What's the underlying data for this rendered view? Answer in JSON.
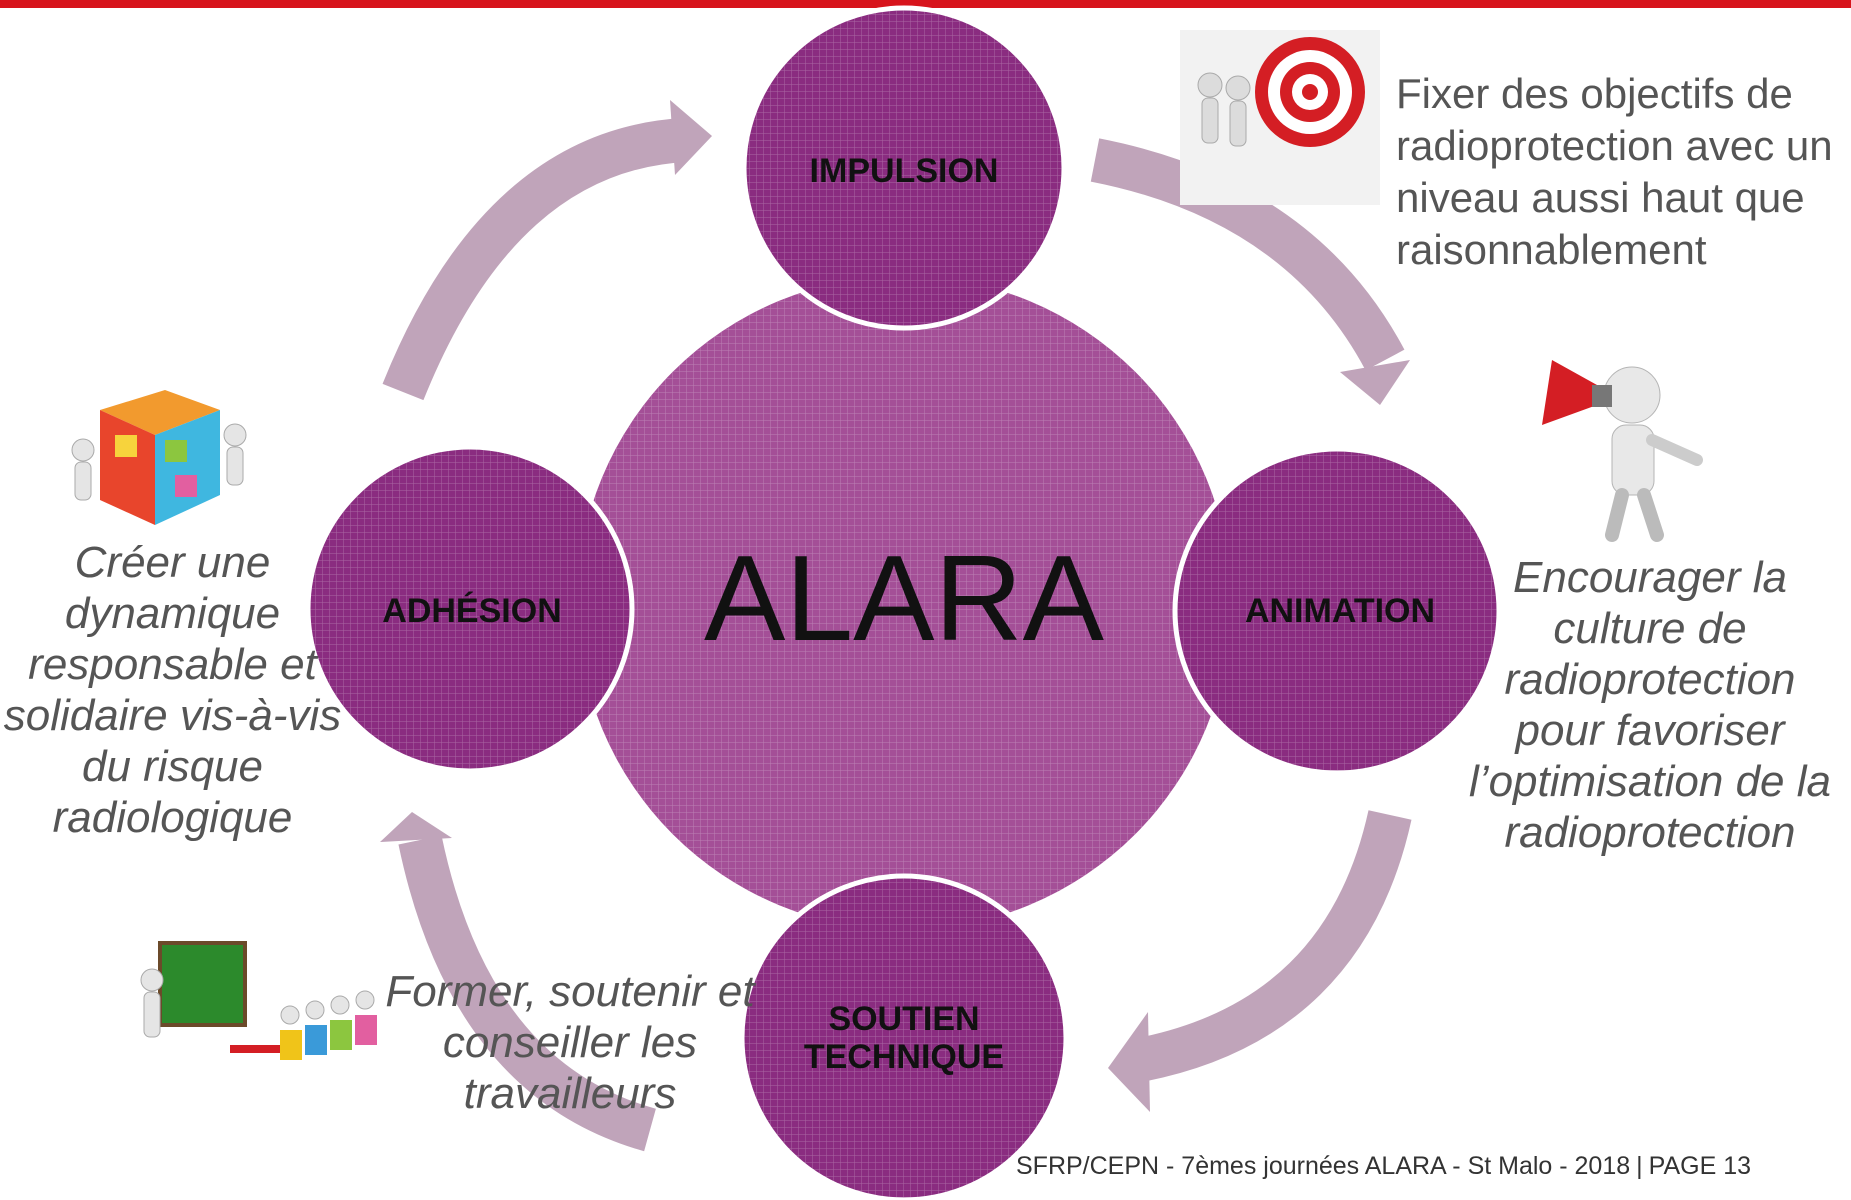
{
  "colors": {
    "top_bar": "#d7141c",
    "circle_fill": "#a44f97",
    "circle_fill_dark": "#8a2c80",
    "arrow": "#c0a4ba",
    "text_grey": "#555555"
  },
  "center": {
    "label": "ALARA"
  },
  "nodes": {
    "top": "IMPULSION",
    "right": "ANIMATION",
    "bottom_line1": "SOUTIEN",
    "bottom_line2": "TECHNIQUE",
    "left": "ADHÉSION"
  },
  "captions": {
    "top_right": [
      "Fixer des objectifs de",
      "radioprotection avec un",
      "niveau aussi haut que",
      "raisonnablement"
    ],
    "right": [
      "Encourager la",
      "culture de",
      "radioprotection",
      "pour favoriser",
      "l’optimisation de la",
      "radioprotection"
    ],
    "bottom": [
      "Former, soutenir et",
      "conseiller les",
      "travailleurs"
    ],
    "left": [
      "Créer une",
      "dynamique",
      "responsable et",
      "solidaire vis-à-vis",
      "du risque",
      "radiologique"
    ]
  },
  "illustrations": {
    "top_right": "target-icon",
    "right": "megaphone-icon",
    "bottom_left": "classroom-icon",
    "left": "puzzle-cube-icon"
  },
  "footer": {
    "text": "SFRP/CEPN - 7èmes journées ALARA - St Malo - 2018",
    "separator": "|",
    "page": "PAGE 13"
  }
}
